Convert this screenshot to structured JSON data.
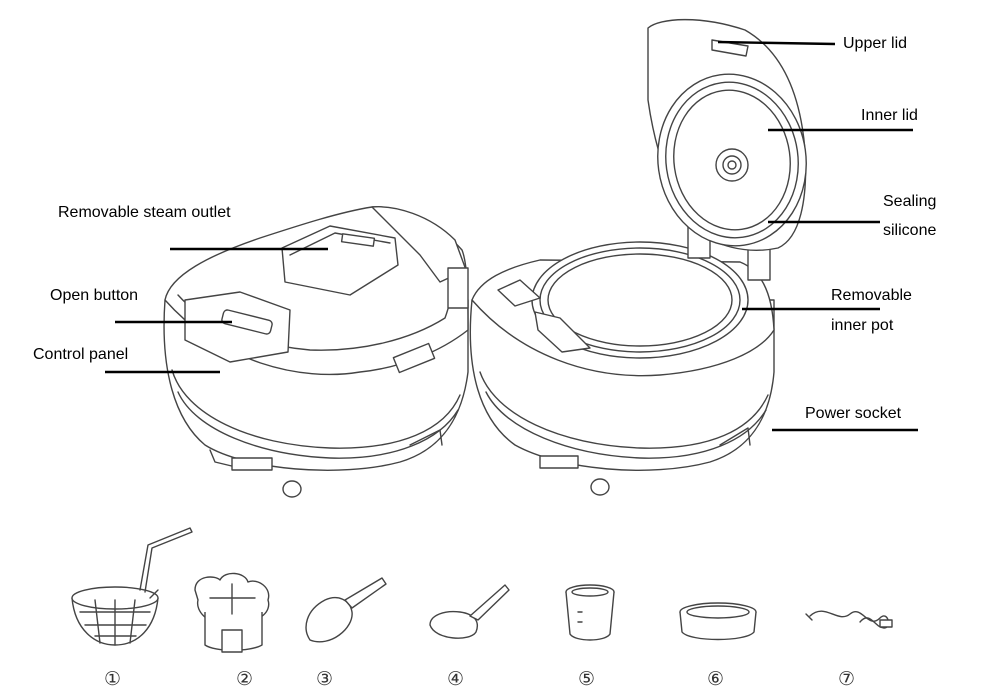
{
  "labels": {
    "upper_lid": "Upper lid",
    "inner_lid": "Inner lid",
    "sealing_line1": "Sealing",
    "sealing_line2": "silicone",
    "removable_steam_outlet": "Removable steam outlet",
    "open_button": "Open button",
    "control_panel": "Control panel",
    "removable_line1": "Removable",
    "removable_line2": "inner pot",
    "power_socket": "Power socket"
  },
  "accessories": [
    {
      "number": "①",
      "icon": "frying-basket-icon"
    },
    {
      "number": "②",
      "icon": "steamer-rack-icon"
    },
    {
      "number": "③",
      "icon": "rice-paddle-icon"
    },
    {
      "number": "④",
      "icon": "soup-ladle-icon"
    },
    {
      "number": "⑤",
      "icon": "measuring-cup-icon"
    },
    {
      "number": "⑥",
      "icon": "steam-tray-icon"
    },
    {
      "number": "⑦",
      "icon": "power-cord-icon"
    }
  ]
}
